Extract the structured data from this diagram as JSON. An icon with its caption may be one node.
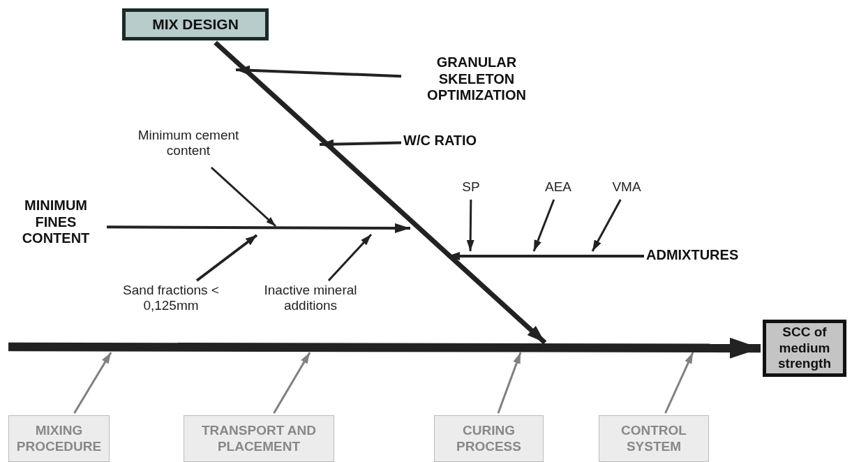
{
  "diagram": {
    "nodes": [
      {
        "text": [
          "MIX DESIGN"
        ]
      },
      {
        "text": [
          "GRANULAR SKELETON OPTIMIZATION"
        ]
      },
      {
        "text": [
          "W/C RATIO"
        ]
      },
      {
        "text": [
          "MINIMUM FINES CONTENT"
        ]
      },
      {
        "text": [
          "Minimum cement content"
        ]
      },
      {
        "text": [
          "Sand fractions < 0,125mm"
        ]
      },
      {
        "text": [
          "Inactive mineral additions"
        ]
      },
      {
        "text": [
          "SP"
        ]
      },
      {
        "text": [
          "AEA"
        ]
      },
      {
        "text": [
          "VMA"
        ]
      },
      {
        "text": [
          "ADMIXTURES"
        ]
      },
      {
        "text": [
          "SCC of medium strength"
        ]
      },
      {
        "text": [
          "MIXING PROCEDURE"
        ]
      },
      {
        "text": [
          "TRANSPORT AND PLACEMENT"
        ]
      },
      {
        "text": [
          "CURING PROCESS"
        ]
      },
      {
        "text": [
          "CONTROL SYSTEM"
        ]
      }
    ],
    "edges": [
      {
        "from": null,
        "to": 11,
        "arrow": "to",
        "style": "thick"
      },
      {
        "from": 0,
        "to": null,
        "arrow": "to",
        "style": "thick"
      },
      {
        "from": 1,
        "to": null,
        "arrow": "to"
      },
      {
        "from": 2,
        "to": null,
        "arrow": "to"
      },
      {
        "from": 3,
        "to": null,
        "arrow": "to"
      },
      {
        "from": 4,
        "to": null,
        "arrow": "to"
      },
      {
        "from": 5,
        "to": null,
        "arrow": "to"
      },
      {
        "from": 6,
        "to": null,
        "arrow": "to"
      },
      {
        "from": 7,
        "to": null,
        "arrow": "to"
      },
      {
        "from": 8,
        "to": null,
        "arrow": "to"
      },
      {
        "from": 9,
        "to": null,
        "arrow": "to"
      },
      {
        "from": 10,
        "to": null,
        "arrow": "to"
      },
      {
        "from": 12,
        "to": null,
        "arrow": "to",
        "color": "#808080"
      },
      {
        "from": 13,
        "to": null,
        "arrow": "to",
        "color": "#808080"
      },
      {
        "from": 14,
        "to": null,
        "arrow": "to",
        "color": "#808080"
      },
      {
        "from": 15,
        "to": null,
        "arrow": "to",
        "color": "#808080"
      }
    ]
  }
}
